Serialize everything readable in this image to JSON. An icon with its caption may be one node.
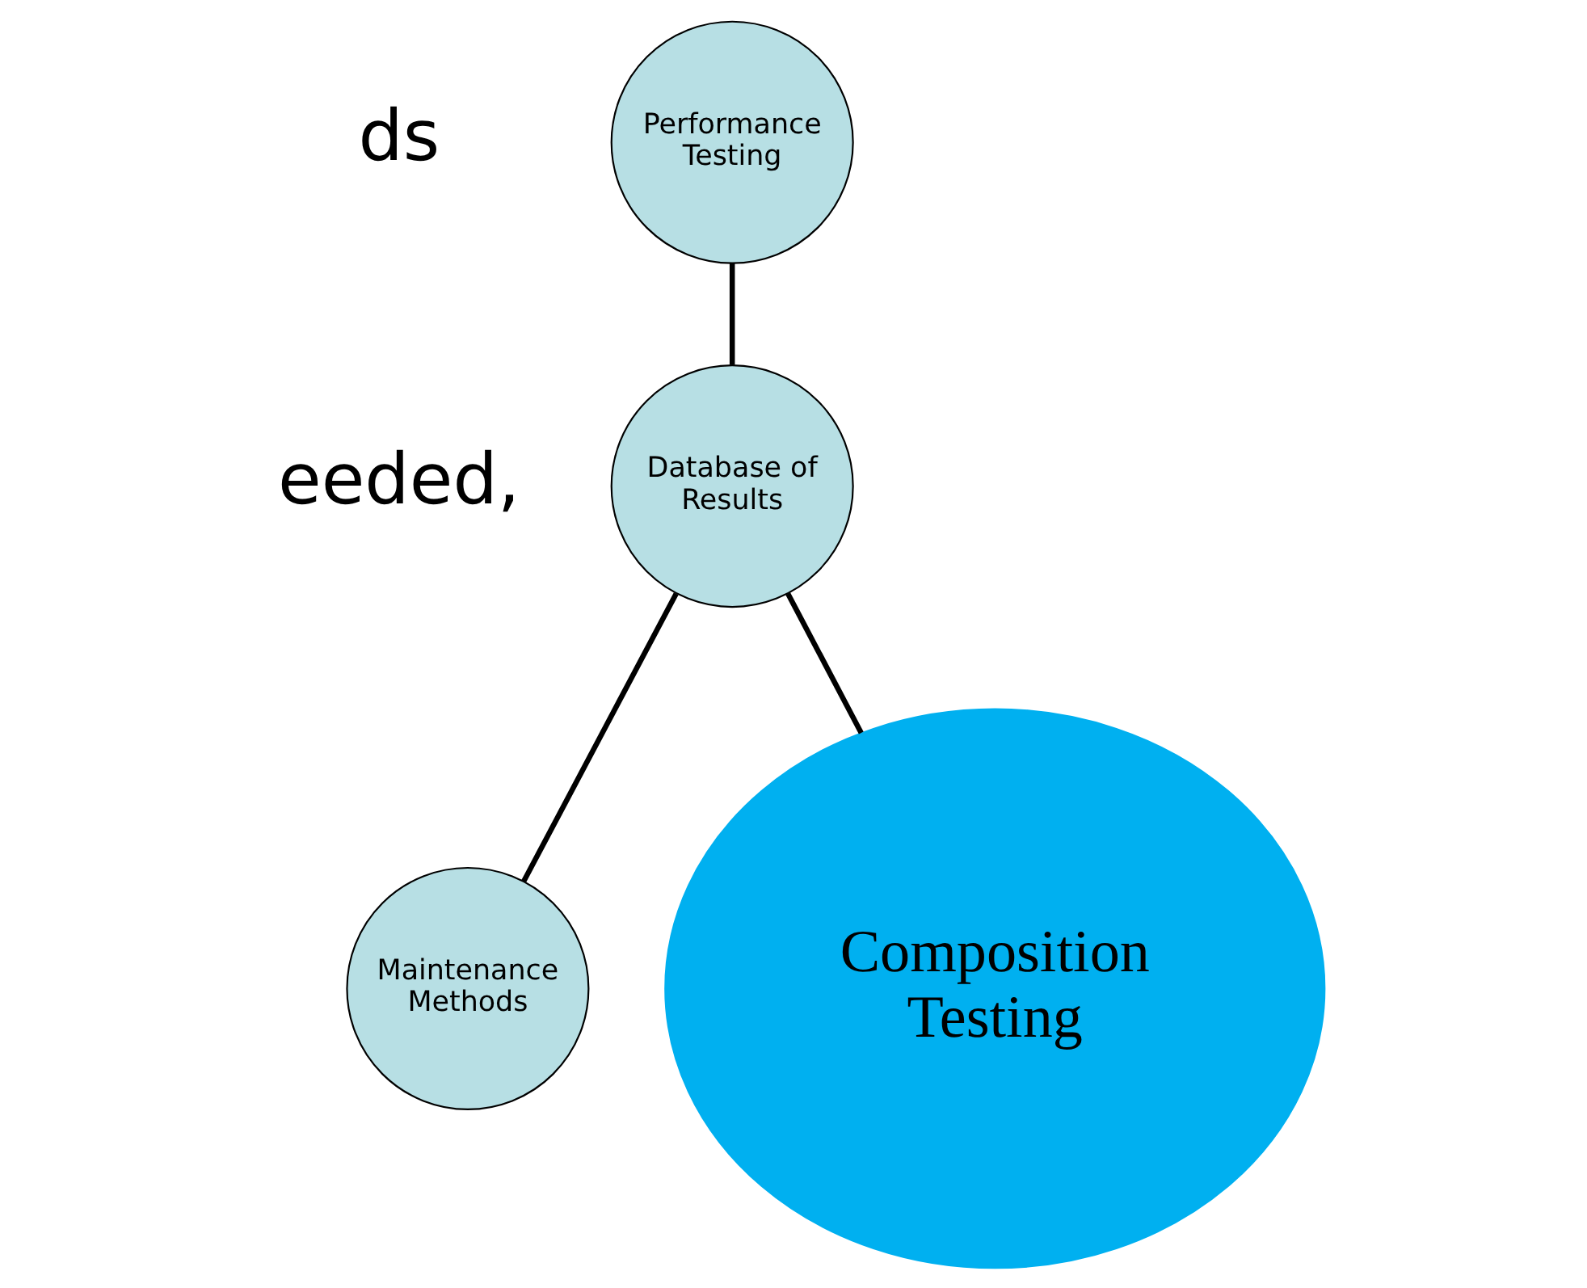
{
  "diagram": {
    "nodes": [
      {
        "text": [
          "Performance Testing"
        ]
      },
      {
        "text": [
          "Database of Results"
        ]
      },
      {
        "text": [
          "Maintenance Methods"
        ]
      },
      {
        "text": [
          "Composition Testing"
        ]
      }
    ],
    "edges": [
      {
        "from": 0,
        "to": 1,
        "arrow": "none"
      },
      {
        "from": 1,
        "to": 2,
        "arrow": "none"
      },
      {
        "from": 1,
        "to": 3,
        "arrow": "none"
      }
    ],
    "labels": [
      "ds",
      "eeded,"
    ]
  }
}
